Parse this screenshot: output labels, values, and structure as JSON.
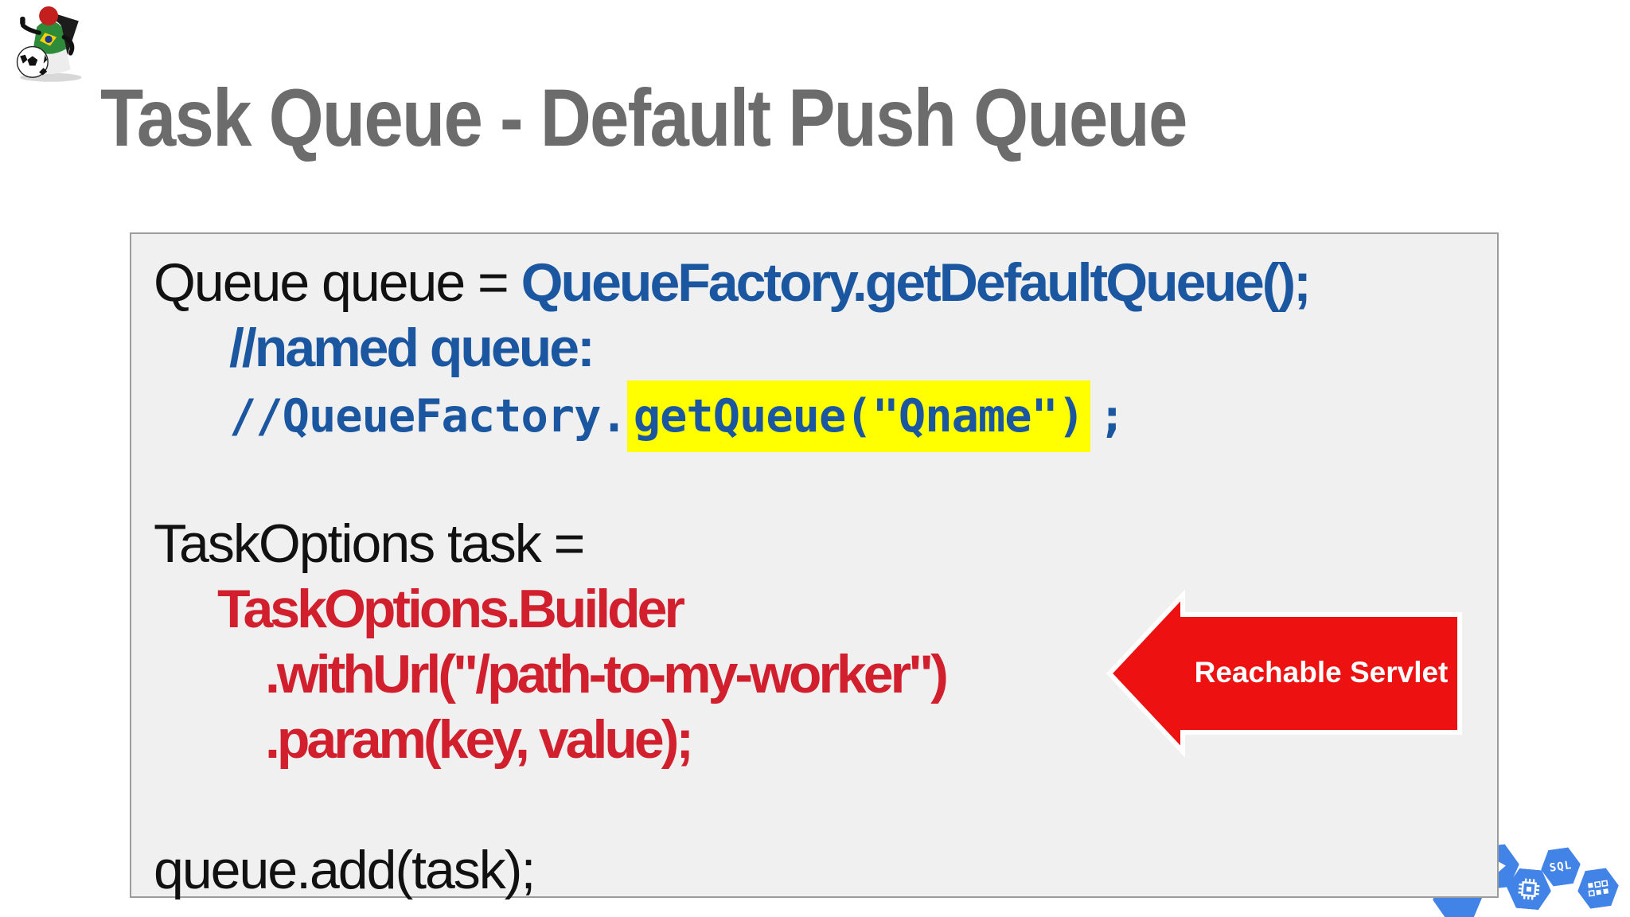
{
  "slide": {
    "title": "Task Queue - Default Push Queue"
  },
  "logo": {
    "name": "java-duke-brazil-football-mascot"
  },
  "code_panel": {
    "line1": {
      "plain": "Queue queue = ",
      "blue": "QueueFactory.getDefaultQueue();"
    },
    "line2": {
      "blue": "//named queue:"
    },
    "line3": {
      "blue_mono": "//QueueFactory.",
      "highlighted": "getQueue(\"Qname\")",
      "tail": ";"
    },
    "line4": {
      "plain": "TaskOptions task ="
    },
    "line5": {
      "red": "TaskOptions.Builder"
    },
    "line6": {
      "red": ".withUrl(\"/path-to-my-worker\")"
    },
    "line7": {
      "red": ".param(key, value);"
    },
    "line8": {
      "plain": "queue.add(task);"
    }
  },
  "callout": {
    "label": "Reachable Servlet"
  },
  "footer_icons": {
    "items": [
      "play-hexagon-icon",
      "hidden-hexagon-icon",
      "chip-hexagon-icon",
      "sql-hexagon-icon",
      "grid-hexagon-icon"
    ],
    "sql_label": "SQL"
  },
  "colors": {
    "title_gray": "#6c6c6c",
    "code_blue": "#1a57a0",
    "code_red": "#d11f2e",
    "highlight_yellow": "#ffff00",
    "arrow_red": "#ee1111",
    "hexagon_blue": "#4183e7",
    "panel_background": "#f1f0f0",
    "panel_border": "#9c9c9c"
  }
}
